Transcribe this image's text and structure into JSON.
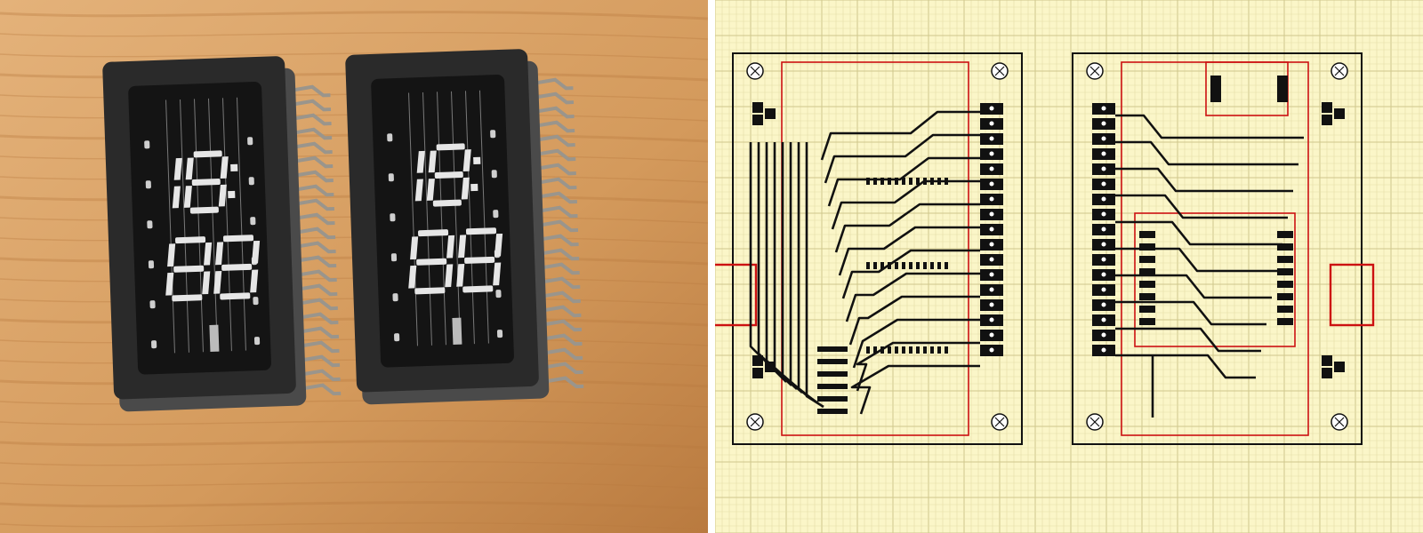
{
  "photo": {
    "colors": {
      "wood_base": "#d49a5c",
      "wood_light": "#e4b27a",
      "wood_grain": "#b97a3f",
      "housing": "#2a2a2a",
      "glass": "#141414",
      "segment_lit": "#e6e6e6",
      "pins": "#9a958c"
    },
    "displays": [
      {
        "segment_digits": [
          "1",
          "8",
          "8",
          "8"
        ],
        "colon": true
      },
      {
        "segment_digits": [
          "1",
          "8",
          "8",
          "8"
        ],
        "colon": true
      }
    ]
  },
  "pcb": {
    "colors": {
      "background": "#fbf6c8",
      "grid_minor": "#e3dca6",
      "grid_major": "#cfc78c",
      "outline": "#111111",
      "trace": "#111111",
      "silkscreen": "#cc1111"
    },
    "boards": [
      {
        "side": "top",
        "connector_pads": 17,
        "mounting_holes": 4
      },
      {
        "side": "bottom",
        "connector_pads": 17,
        "mounting_holes": 4
      }
    ]
  }
}
